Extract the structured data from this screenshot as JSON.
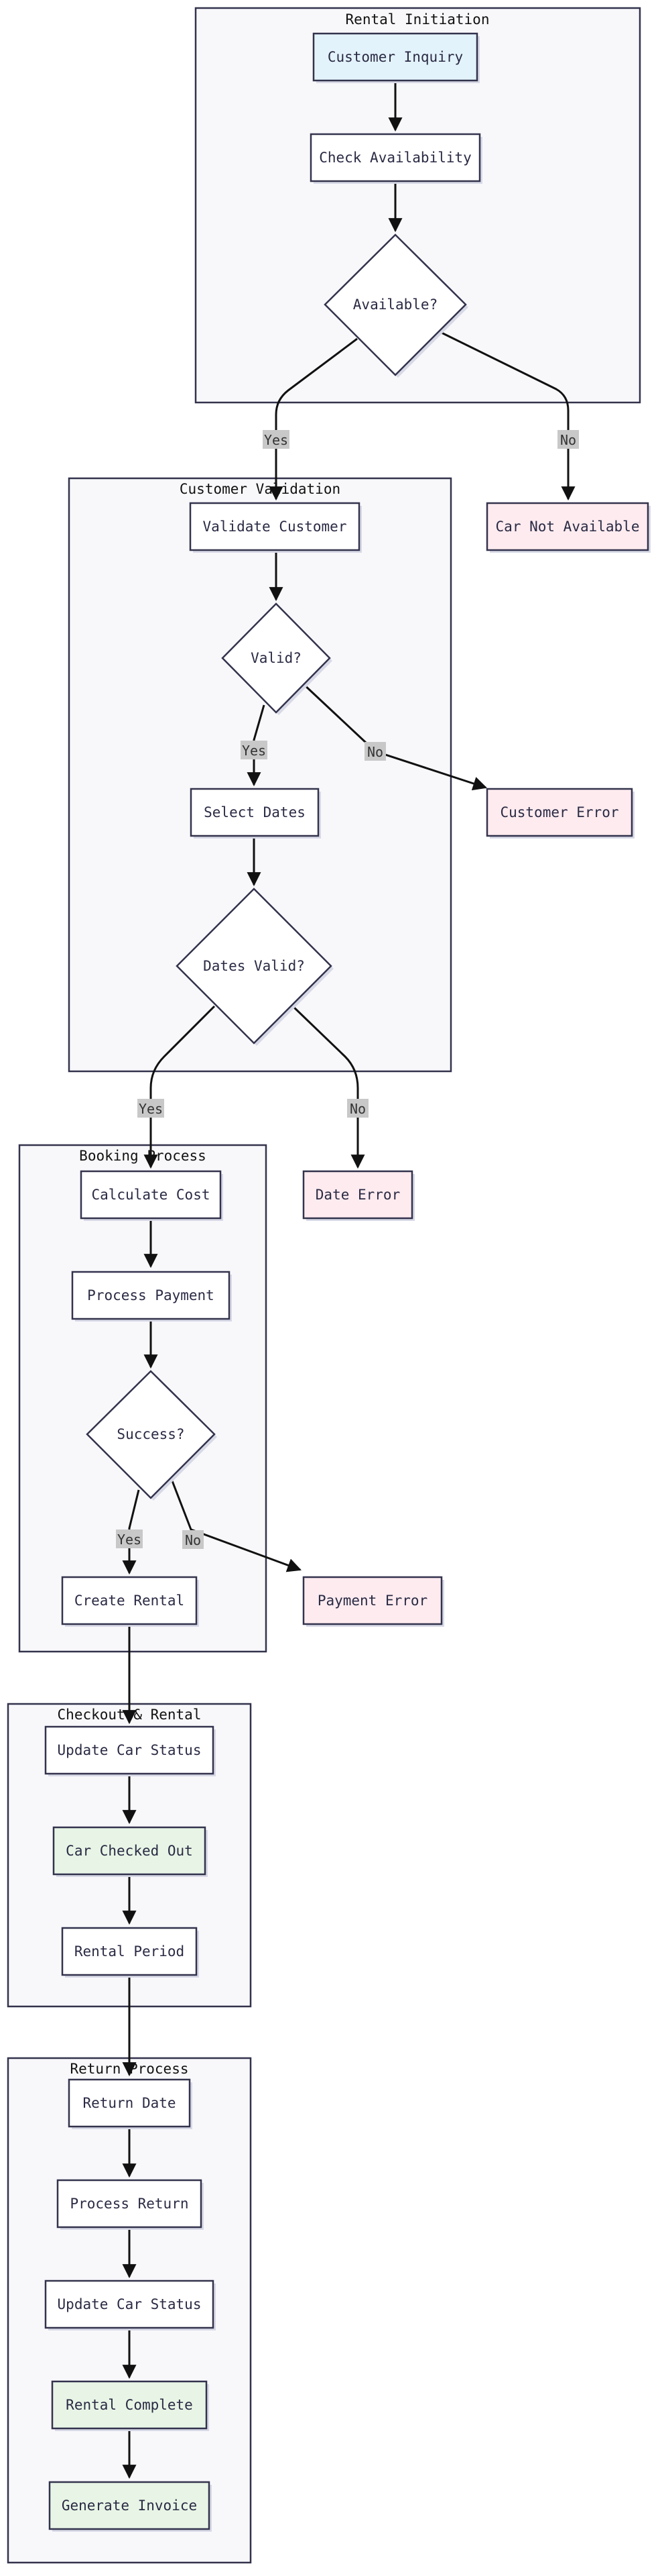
{
  "colors": {
    "start": "#e3f3fb",
    "error": "#fdebef",
    "success": "#e8f5e6",
    "default": "#ffffff"
  },
  "clusters": {
    "rental_initiation": "Rental Initiation",
    "customer_validation": "Customer Validation",
    "booking_process": "Booking Process",
    "checkout_rental": "Checkout & Rental",
    "return_process": "Return Process"
  },
  "nodes": {
    "customer_inquiry": "Customer Inquiry",
    "check_availability": "Check Availability",
    "available": "Available?",
    "car_not_available": "Car Not Available",
    "validate_customer": "Validate Customer",
    "valid": "Valid?",
    "customer_error": "Customer Error",
    "select_dates": "Select Dates",
    "dates_valid": "Dates Valid?",
    "date_error": "Date Error",
    "calculate_cost": "Calculate Cost",
    "process_payment": "Process Payment",
    "success": "Success?",
    "payment_error": "Payment Error",
    "create_rental": "Create Rental",
    "update_car_status_1": "Update Car Status",
    "car_checked_out": "Car Checked Out",
    "rental_period": "Rental Period",
    "return_date": "Return Date",
    "process_return": "Process Return",
    "update_car_status_2": "Update Car Status",
    "rental_complete": "Rental Complete",
    "generate_invoice": "Generate Invoice"
  },
  "edge_labels": {
    "available_yes": "Yes",
    "available_no": "No",
    "valid_yes": "Yes",
    "valid_no": "No",
    "dates_yes": "Yes",
    "dates_no": "No",
    "success_yes": "Yes",
    "success_no": "No"
  }
}
